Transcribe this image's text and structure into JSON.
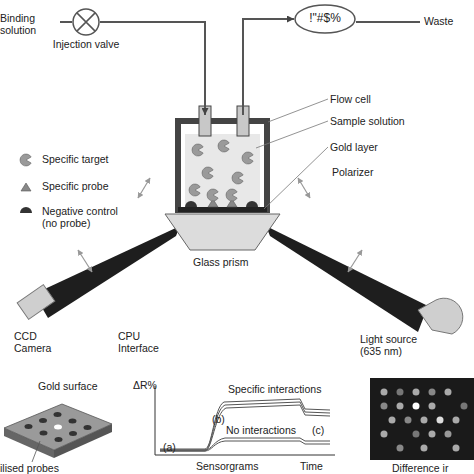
{
  "diagram": {
    "nodes": [
      {
        "text": [
          "Injection valve"
        ]
      },
      {
        "text": [
          "!\"#$%"
        ]
      },
      {
        "text": [
          "Flow cell"
        ]
      }
    ],
    "edges": [
      {
        "from": 0,
        "to": 2,
        "arrow": "to"
      },
      {
        "from": 2,
        "to": 1,
        "arrow": "to"
      }
    ],
    "labels": [
      "Binding solution",
      "Waste",
      "Sample solution",
      "Gold layer",
      "Polarizer",
      "Glass prism",
      "CCD Camera",
      "CPU Interface",
      "Light source (635 nm)",
      "Gold surface",
      "ilised probes",
      "ΔR%",
      "Specific interactions",
      "(b)",
      "(c)",
      "(a)",
      "No interactions",
      "Sensorgrams",
      "Time",
      "Difference ir"
    ],
    "legend": [
      {
        "text": "Specific target"
      },
      {
        "text": "Specific probe"
      },
      {
        "text": "Negative control (no probe)"
      }
    ]
  }
}
